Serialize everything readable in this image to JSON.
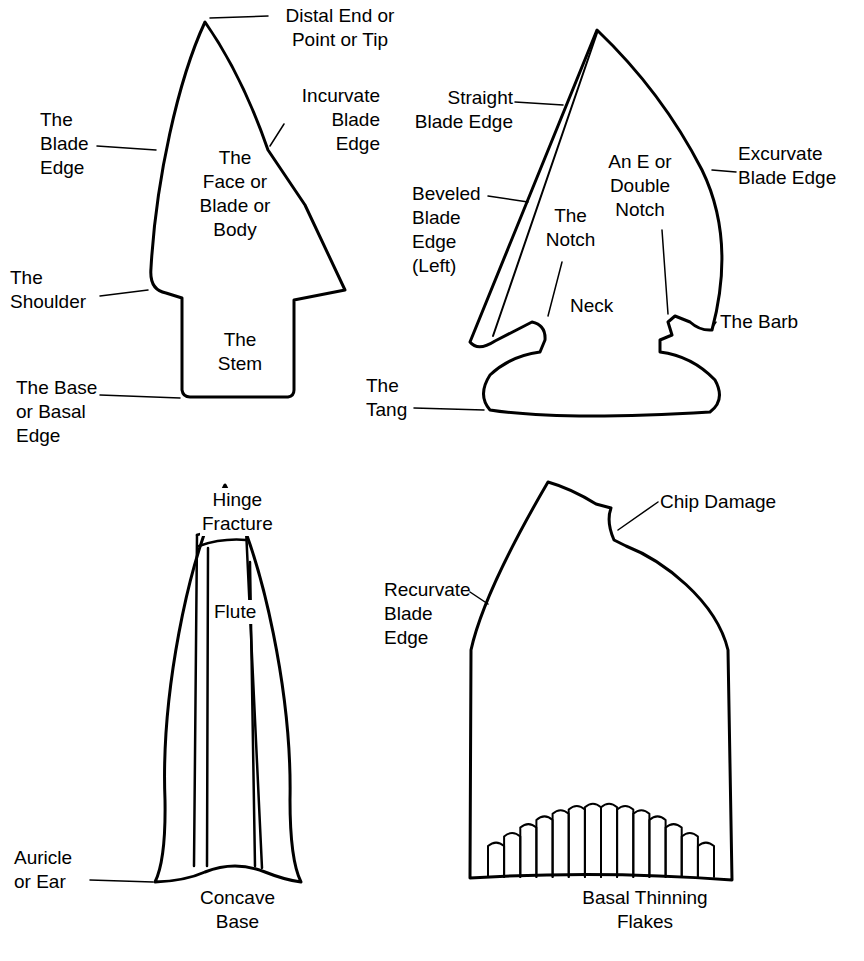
{
  "diagram": {
    "labels": [
      "Distal End or Point or Tip",
      "Incurvate Blade Edge",
      "The Blade Edge",
      "The Face or Blade or Body",
      "The Shoulder",
      "The Stem",
      "The Base or Basal Edge",
      "Straight Blade Edge",
      "Excurvate Blade Edge",
      "Beveled Blade Edge (Left)",
      "The Notch",
      "An E or Double Notch",
      "Neck",
      "The Barb",
      "The Tang",
      "Hinge Fracture",
      "Flute",
      "Auricle or Ear",
      "Concave Base",
      "Chip Damage",
      "Recurvate Blade Edge",
      "Basal Thinning Flakes"
    ]
  }
}
